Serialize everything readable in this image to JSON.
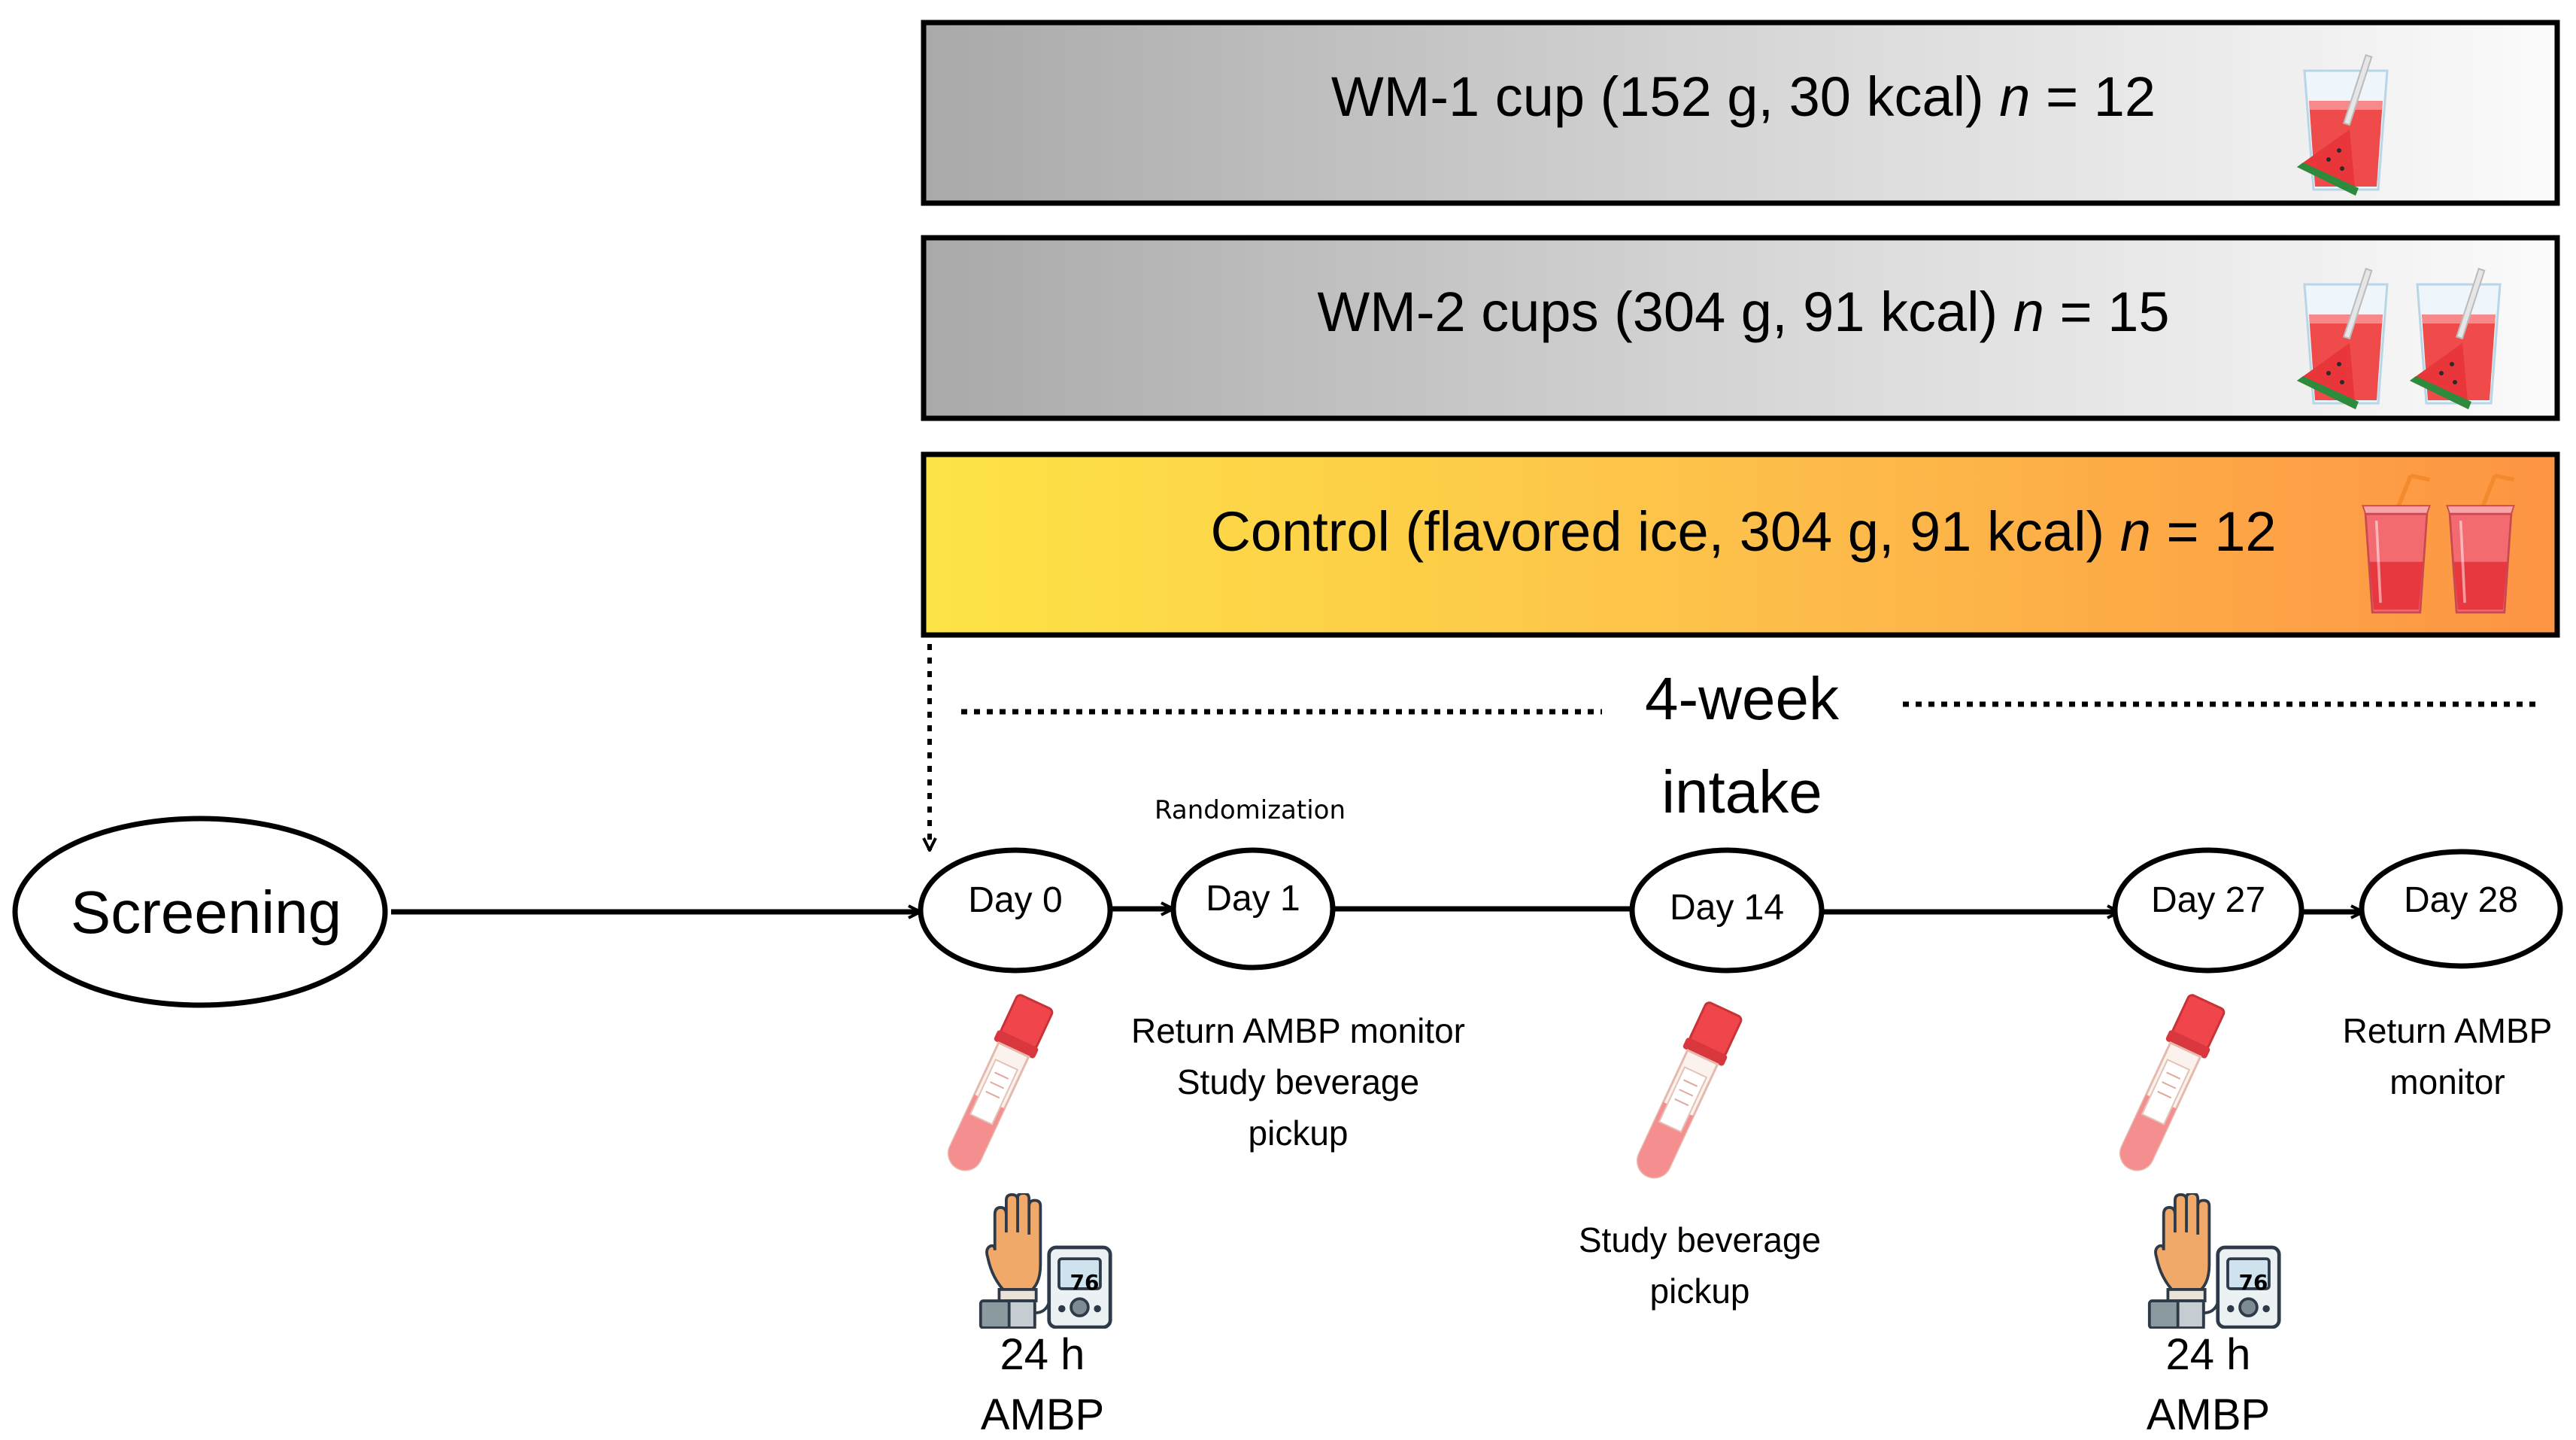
{
  "arms": [
    {
      "label": "WM-1 cup (152 g, 30 kcal) ",
      "n_symbol": "n",
      "n_text": " = 12",
      "cups": 1,
      "style": "gray"
    },
    {
      "label": "WM-2 cups (304 g, 91 kcal) ",
      "n_symbol": "n",
      "n_text": " = 15",
      "cups": 2,
      "style": "gray"
    },
    {
      "label": "Control (flavored ice, 304 g, 91 kcal) ",
      "n_symbol": "n",
      "n_text": " = 12",
      "cups": 2,
      "style": "yellow"
    }
  ],
  "intake": {
    "line1": "4-week",
    "line2": "intake"
  },
  "screening": "Screening",
  "days": {
    "d0": "Day 0",
    "d1": "Day 1",
    "d14": "Day 14",
    "d27": "Day 27",
    "d28": "Day 28"
  },
  "randomization": "Randomization",
  "notes": {
    "d1_line1": "Return AMBP monitor",
    "d1_line2": "Study beverage",
    "d1_line3": "pickup",
    "d14_line1": "Study beverage",
    "d14_line2": "pickup",
    "d28_line1": "Return AMBP",
    "d28_line2": "monitor"
  },
  "ambp": {
    "line1": "24 h",
    "line2": "AMBP",
    "monitor_reading": "76"
  },
  "icons": {
    "watermelon_drink": "watermelon-juice-glass-icon",
    "flavored_ice": "flavored-ice-cup-icon",
    "blood_tube": "blood-sample-tube-icon",
    "bp_monitor": "blood-pressure-monitor-icon"
  },
  "colors": {
    "gray_dark": "#a8a8a8",
    "gray_light": "#f7f7f7",
    "yellow": "#fde34a",
    "orange": "#fd9a47",
    "juice_red": "#f2514d",
    "rind_green": "#2e8b3d"
  }
}
